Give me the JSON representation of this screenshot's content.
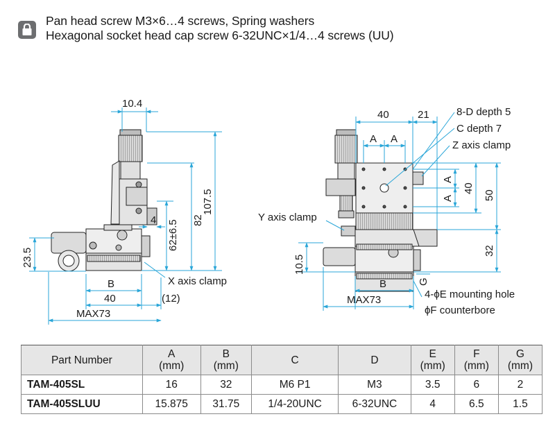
{
  "notes": {
    "line1": "Pan head screw M3×6…4 screws, Spring washers",
    "line2": "Hexagonal socket head cap screw 6-32UNC×1/4…4 screws (UU)",
    "icon": "screw-lock-icon"
  },
  "drawing": {
    "side_view": {
      "dim_top": "10.4",
      "dim_4": "4",
      "dim_62": "62±6.5",
      "dim_82": "82",
      "dim_107": "107.5",
      "dim_23": "23.5",
      "dim_b": "B",
      "dim_40": "40",
      "dim_12": "(12)",
      "dim_max": "MAX73",
      "x_clamp": "X axis clamp"
    },
    "front_view": {
      "dim_40_top": "40",
      "dim_21": "21",
      "a1": "A",
      "a2": "A",
      "a_right1": "A",
      "a_right2": "A",
      "dim_40_right": "40",
      "dim_50": "50",
      "dim_32": "32",
      "dim_10": "10.5",
      "dim_b": "B",
      "dim_g": "G",
      "dim_max": "MAX73",
      "label_d": "8-D depth 5",
      "label_c": "C depth 7",
      "label_z": "Z axis clamp",
      "label_y": "Y axis clamp",
      "label_e": "4-ϕE mounting hole",
      "label_f": "ϕF counterbore"
    },
    "colors": {
      "dim_line": "#2aa6d8",
      "outline": "#222222",
      "body": "#eeeeee",
      "text": "#1a1a1a"
    }
  },
  "table": {
    "headers": [
      {
        "line1": "Part Number",
        "line2": ""
      },
      {
        "line1": "A",
        "line2": "(mm)"
      },
      {
        "line1": "B",
        "line2": "(mm)"
      },
      {
        "line1": "C",
        "line2": ""
      },
      {
        "line1": "D",
        "line2": ""
      },
      {
        "line1": "E",
        "line2": "(mm)"
      },
      {
        "line1": "F",
        "line2": "(mm)"
      },
      {
        "line1": "G",
        "line2": "(mm)"
      }
    ],
    "rows": [
      [
        "TAM-405SL",
        "16",
        "32",
        "M6 P1",
        "M3",
        "3.5",
        "6",
        "2"
      ],
      [
        "TAM-405SLUU",
        "15.875",
        "31.75",
        "1/4-20UNC",
        "6-32UNC",
        "4",
        "6.5",
        "1.5"
      ]
    ]
  }
}
